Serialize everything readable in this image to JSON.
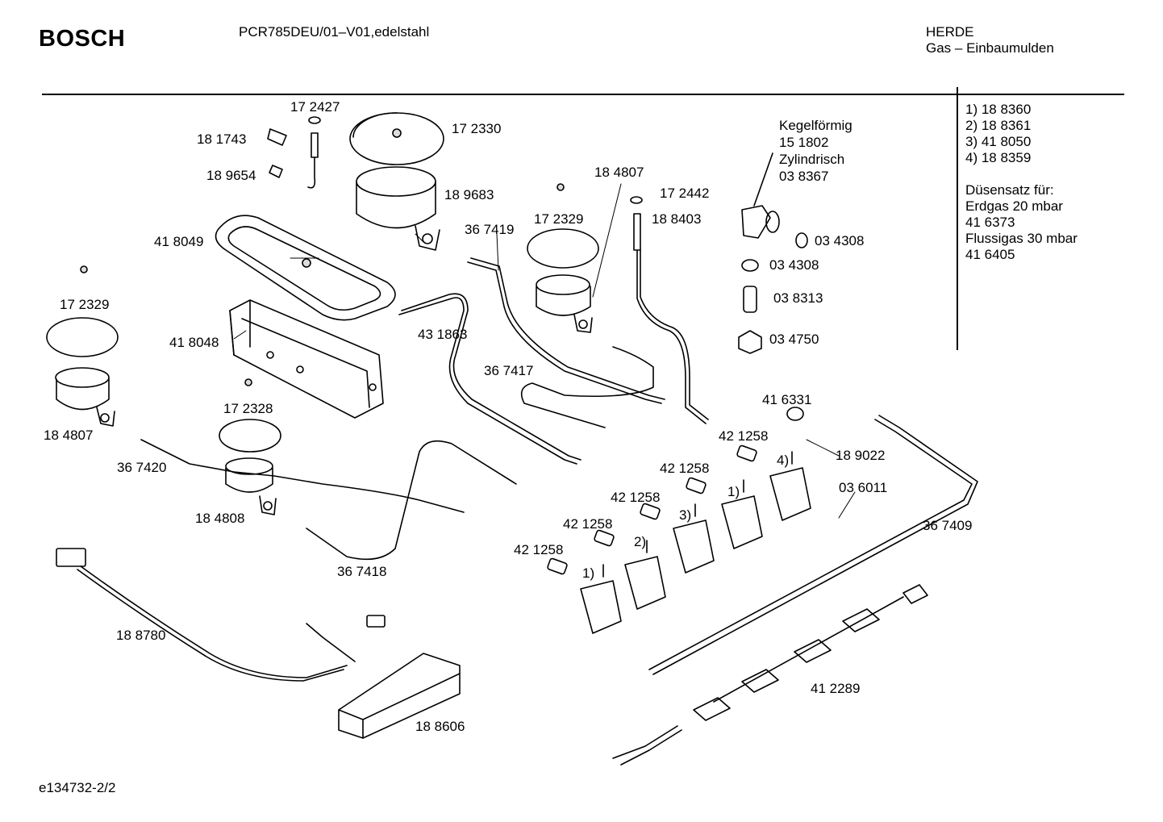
{
  "header": {
    "brand": "BOSCH",
    "model": "PCR785DEU/01–V01,edelstahl",
    "category": "HERDE",
    "subcategory": "Gas – Einbaumulden"
  },
  "notes": {
    "variants": [
      "1) 18 8360",
      "2) 18 8361",
      "3) 41 8050",
      "4) 18 8359"
    ],
    "nozzle_heading": "Düsensatz für:",
    "nozzle_lines": [
      "Erdgas 20 mbar",
      "41 6373",
      "Flussigas 30 mbar",
      "41 6405"
    ]
  },
  "side_note": [
    "Kegelförmig",
    "15 1802",
    "Zylindrisch",
    "03 8367"
  ],
  "footer": {
    "doc_id": "e134732-2/2"
  },
  "parts": {
    "p172427": "17 2427",
    "p181743": "18 1743",
    "p189654": "18 9654",
    "p172330": "17 2330",
    "p189683": "18 9683",
    "p418049": "41 8049",
    "p172329a": "17 2329",
    "p418048": "41 8048",
    "p184807a": "18 4807",
    "p172328": "17 2328",
    "p367420": "36 7420",
    "p184808": "18 4808",
    "p367418": "36 7418",
    "p431863": "43 1863",
    "p367419": "36 7419",
    "p184807b": "18 4807",
    "p172442": "17 2442",
    "p188403": "18 8403",
    "p172329b": "17 2329",
    "p367417": "36 7417",
    "p034308a": "03 4308",
    "p034308b": "03 4308",
    "p038313": "03 8313",
    "p034750": "03 4750",
    "p416331": "41 6331",
    "p421258a": "42 1258",
    "p189022": "18 9022",
    "p421258b": "42 1258",
    "p036011": "03 6011",
    "p421258c": "42 1258",
    "p367409": "36 7409",
    "p421258d": "42 1258",
    "p421258e": "42 1258",
    "p188780": "18 8780",
    "p412289": "41 2289",
    "p188606": "18 8606",
    "m1a": "1)",
    "m2": "2)",
    "m3": "3)",
    "m1b": "1)",
    "m4": "4)"
  }
}
